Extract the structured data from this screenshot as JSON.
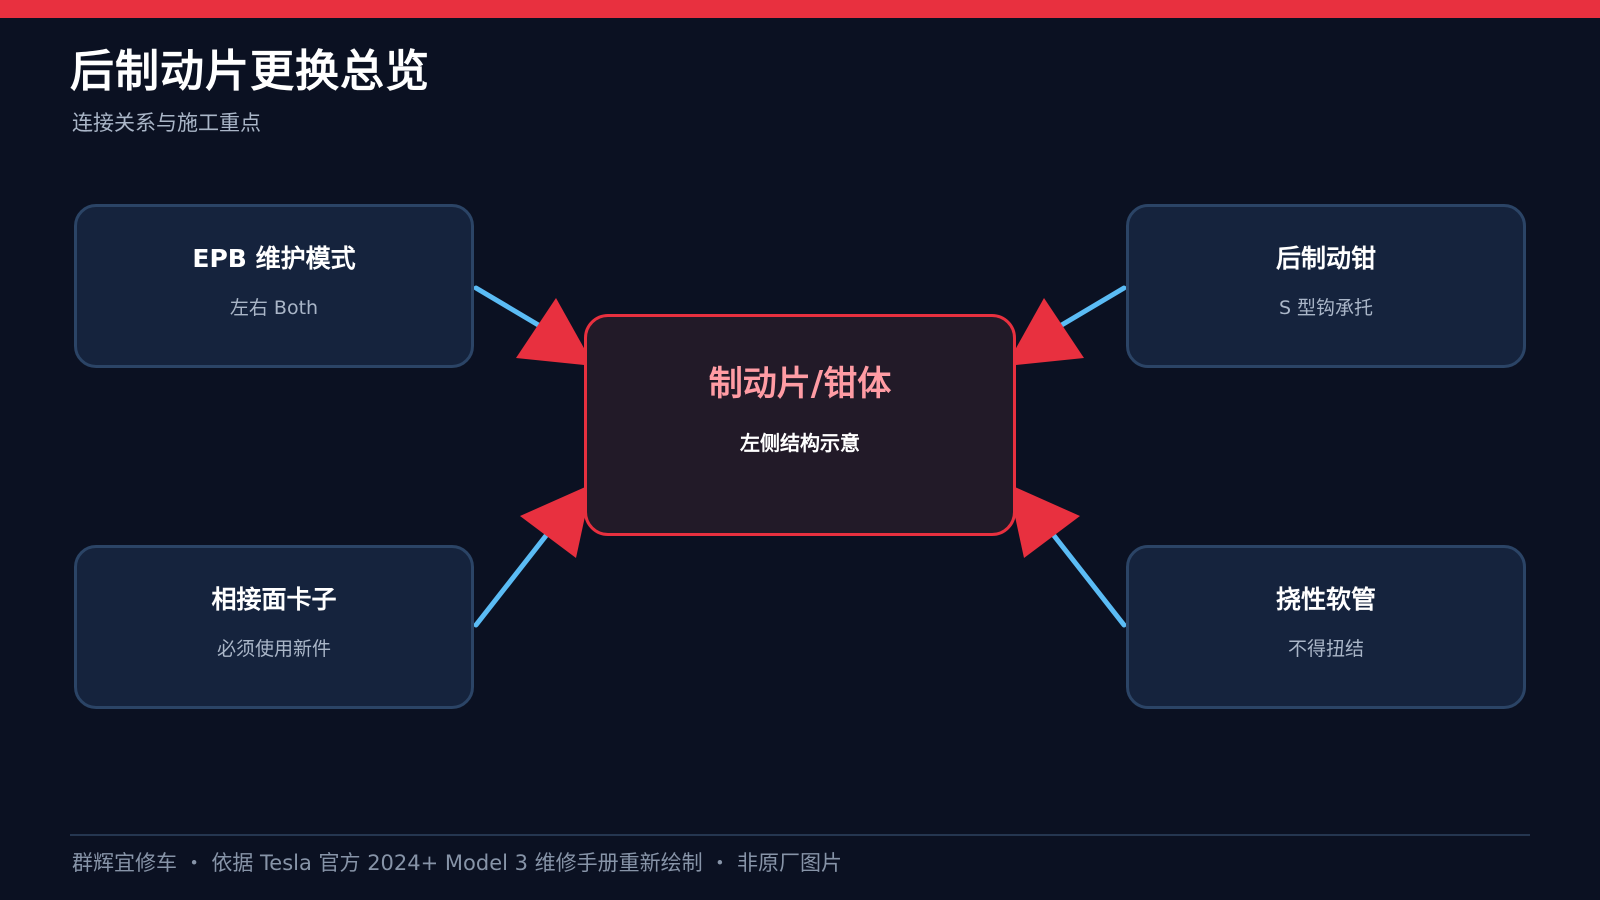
{
  "header": {
    "title": "后制动片更换总览",
    "subtitle": "连接关系与施工重点"
  },
  "center": {
    "title": "制动片/钳体",
    "subtitle": "左侧结构示意"
  },
  "nodes": {
    "top_left": {
      "title": "EPB 维护模式",
      "subtitle": "左右 Both"
    },
    "top_right": {
      "title": "后制动钳",
      "subtitle": "S 型钩承托"
    },
    "bottom_left": {
      "title": "相接面卡子",
      "subtitle": "必须使用新件"
    },
    "bottom_right": {
      "title": "挠性软管",
      "subtitle": "不得扭结"
    }
  },
  "footer": {
    "text": "群辉宜修车  ・  依据 Tesla 官方 2024+ Model 3 维修手册重新绘制  ・  非原厂图片"
  },
  "colors": {
    "background": "#0b1122",
    "accent_red": "#e8303f",
    "connector_blue": "#5bbcf5",
    "node_fill": "#15233d",
    "node_border": "#2b4466",
    "center_fill": "#221a28",
    "center_title": "#ff9ca4"
  }
}
